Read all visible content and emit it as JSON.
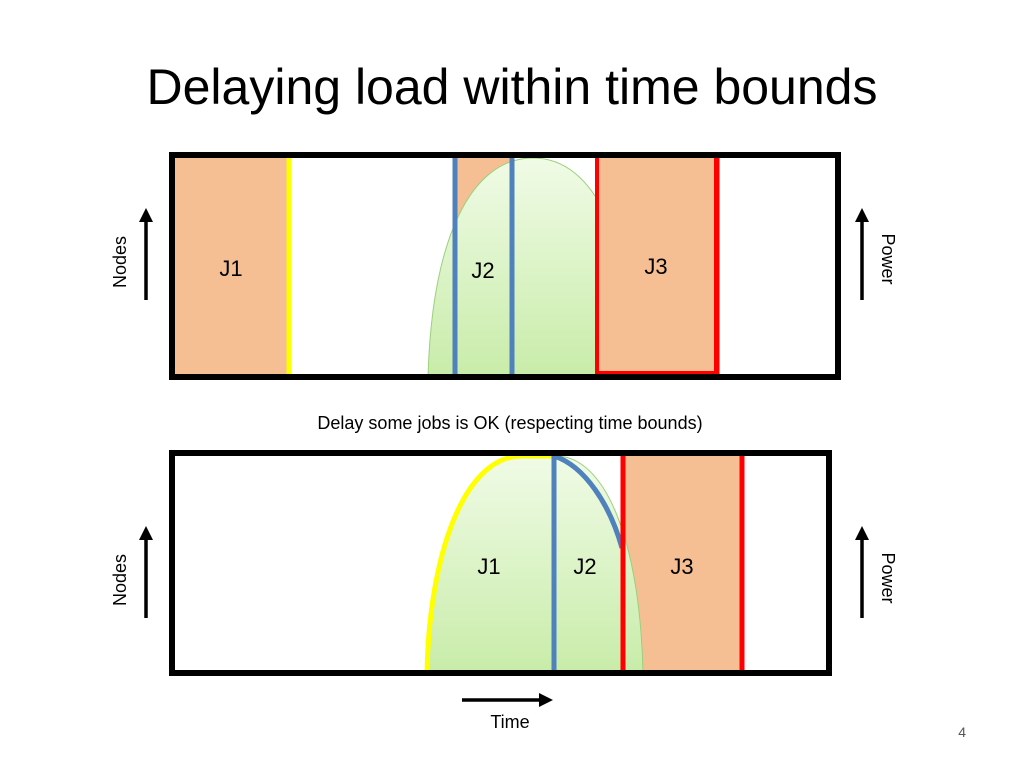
{
  "title": "Delaying load within time bounds",
  "caption": "Delay some jobs is OK (respecting time bounds)",
  "page_number": "4",
  "colors": {
    "job_fill": "#f6bf93",
    "power_fill_light": "#f0fbe6",
    "power_fill_dark": "#c8eca9",
    "j1_border": "#ffff00",
    "j2_border": "#4f81bd",
    "j3_border": "#ff0000",
    "frame": "#000000"
  },
  "top_panel": {
    "y_axis_label": "Nodes",
    "right_axis_label": "Power",
    "jobs": [
      {
        "label": "J1"
      },
      {
        "label": "J2"
      },
      {
        "label": "J3"
      }
    ]
  },
  "bottom_panel": {
    "y_axis_label": "Nodes",
    "right_axis_label": "Power",
    "x_axis_label": "Time",
    "jobs": [
      {
        "label": "J1"
      },
      {
        "label": "J2"
      },
      {
        "label": "J3"
      }
    ]
  }
}
